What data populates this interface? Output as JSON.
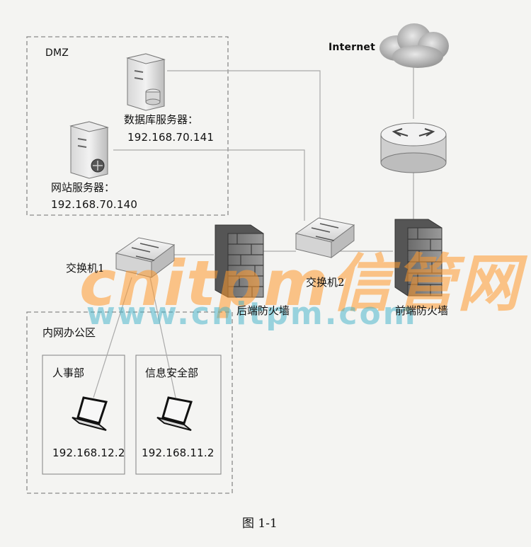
{
  "zones": {
    "dmz": "DMZ",
    "intranet": "内网办公区",
    "hr": "人事部",
    "security": "信息安全部"
  },
  "nodes": {
    "internet": "Internet",
    "db_server": "数据库服务器：",
    "db_ip": "192.168.70.141",
    "web_server": "网站服务器：",
    "web_ip": "192.168.70.140",
    "switch1": "交换机1",
    "switch2": "交换机2",
    "back_firewall": "后端防火墙",
    "front_firewall": "前端防火墙",
    "hr_ip": "192.168.12.2",
    "sec_ip": "192.168.11.2"
  },
  "watermark": {
    "brand": "cnitpm信管网",
    "url": "www.cnitpm.com"
  },
  "caption": "图 1-1",
  "colors": {
    "line": "#a9a9a9",
    "dashed_border": "#8a8a8a",
    "watermark_orange": "#ff9a2e",
    "watermark_teal": "#3fb2c9"
  }
}
